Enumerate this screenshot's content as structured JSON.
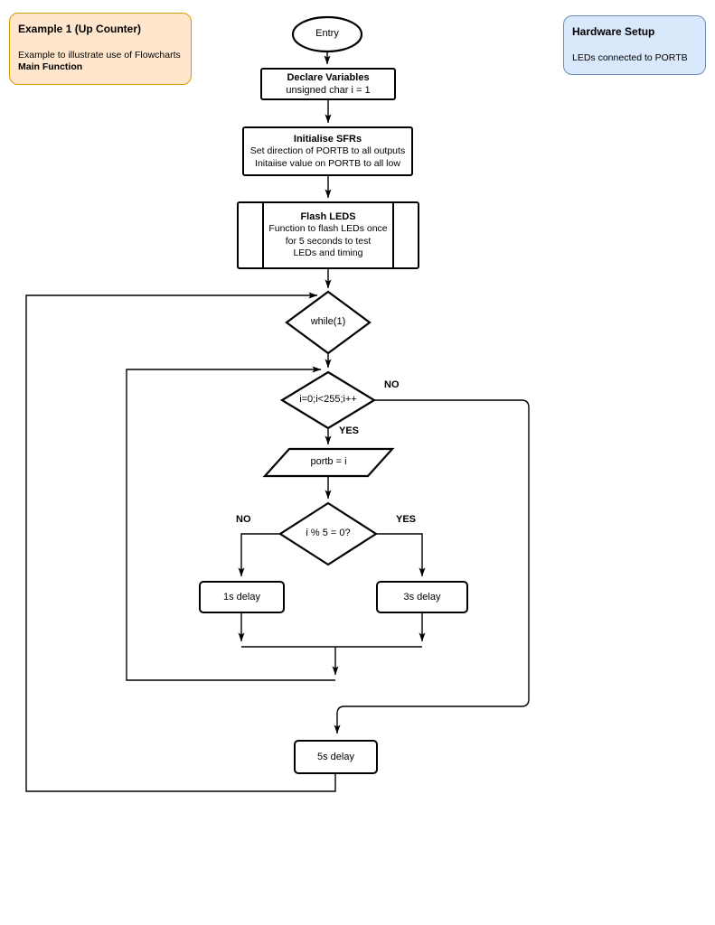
{
  "canvas": {
    "background": "#ffffff",
    "line_color": "#000000"
  },
  "notes": {
    "example": {
      "title": "Example 1 (Up Counter)",
      "body_line1": "Example to illustrate use of Flowcharts",
      "body_line2": "Main Function",
      "fill": "#ffe6cc",
      "border": "#d79b00"
    },
    "hardware": {
      "title": "Hardware Setup",
      "body_line1": "LEDs connected to PORTB",
      "fill": "#dae8fc",
      "border": "#6c8ebf"
    }
  },
  "flow": {
    "entry": {
      "label": "Entry"
    },
    "declare": {
      "title": "Declare Variables",
      "line1": "unsigned char i = 1"
    },
    "init_sfrs": {
      "title": "Initialise SFRs",
      "line1": "Set direction of PORTB to all outputs",
      "line2": "Initaiise value on PORTB to all low"
    },
    "flash_leds": {
      "title": "Flash LEDS",
      "line1": "Function to flash LEDs once",
      "line2": "for 5 seconds to test",
      "line3": "LEDs and timing"
    },
    "while_decision": {
      "label": "while(1)"
    },
    "for_decision": {
      "label": "i=0;i<255;i++",
      "no_label": "NO",
      "yes_label": "YES"
    },
    "portb_io": {
      "label": "portb = i"
    },
    "mod_decision": {
      "label": "i % 5 = 0?",
      "no_label": "NO",
      "yes_label": "YES"
    },
    "delay_1s": {
      "label": "1s delay"
    },
    "delay_3s": {
      "label": "3s delay"
    },
    "delay_5s": {
      "label": "5s delay"
    }
  }
}
